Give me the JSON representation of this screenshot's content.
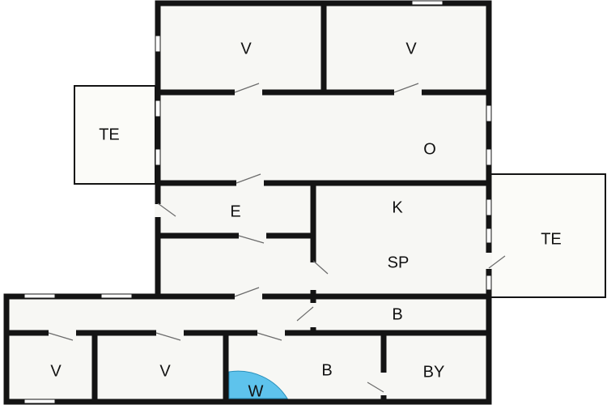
{
  "floor_plan": {
    "rooms": [
      {
        "id": "bedroom-top-left",
        "label": "V"
      },
      {
        "id": "bedroom-top-right",
        "label": "V"
      },
      {
        "id": "terrace-left",
        "label": "TE"
      },
      {
        "id": "living-room",
        "label": "O"
      },
      {
        "id": "entrance",
        "label": "E"
      },
      {
        "id": "kitchen",
        "label": "K"
      },
      {
        "id": "dining",
        "label": "SP"
      },
      {
        "id": "terrace-right",
        "label": "TE"
      },
      {
        "id": "bath-upper",
        "label": "B"
      },
      {
        "id": "bedroom-bottom-1",
        "label": "V"
      },
      {
        "id": "bedroom-bottom-2",
        "label": "V"
      },
      {
        "id": "bath-lower",
        "label": "B"
      },
      {
        "id": "utility",
        "label": "BY"
      },
      {
        "id": "washer",
        "label": "W"
      }
    ],
    "colors": {
      "wall": "#141414",
      "floor": "#f7f7f4",
      "terrace": "#fbfbf8",
      "washer": "#5ec3ec",
      "background": "#ffffff"
    }
  }
}
